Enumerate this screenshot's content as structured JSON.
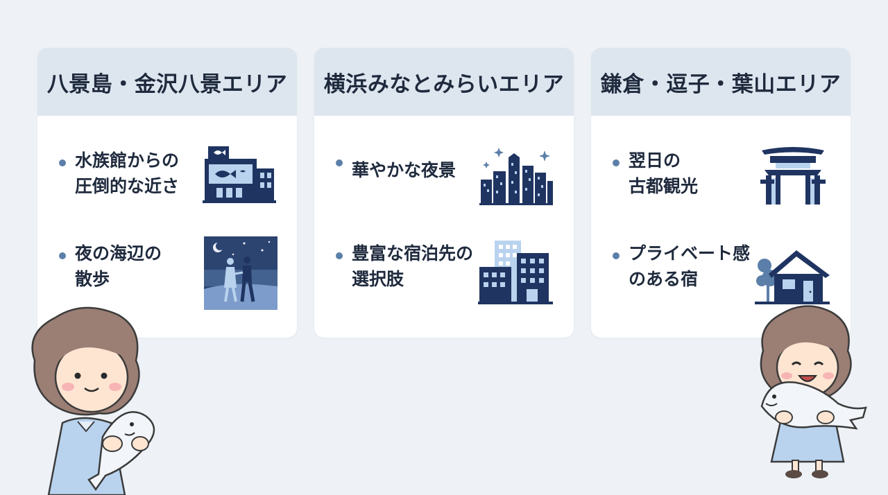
{
  "colors": {
    "background": "#eef2f7",
    "card": "#ffffff",
    "header": "#dde6ef",
    "navy": "#1f3461",
    "accent": "#5b7fa8",
    "light_blue": "#b9d3ee"
  },
  "cards": [
    {
      "title": "八景島・金沢八景エリア",
      "items": [
        {
          "text": "水族館からの\n圧倒的な近さ",
          "icon": "aquarium-icon"
        },
        {
          "text": "夜の海辺の\n散歩",
          "icon": "night-beach-walk-icon"
        }
      ]
    },
    {
      "title": "横浜みなとみらいエリア",
      "items": [
        {
          "text": "華やかな夜景",
          "icon": "night-skyline-icon"
        },
        {
          "text": "豊富な宿泊先の\n選択肢",
          "icon": "hotel-buildings-icon"
        }
      ]
    },
    {
      "title": "鎌倉・逗子・葉山エリア",
      "items": [
        {
          "text": "翌日の\n古都観光",
          "icon": "temple-gate-icon"
        },
        {
          "text": "プライベート感\nのある宿",
          "icon": "private-house-icon"
        }
      ]
    }
  ]
}
